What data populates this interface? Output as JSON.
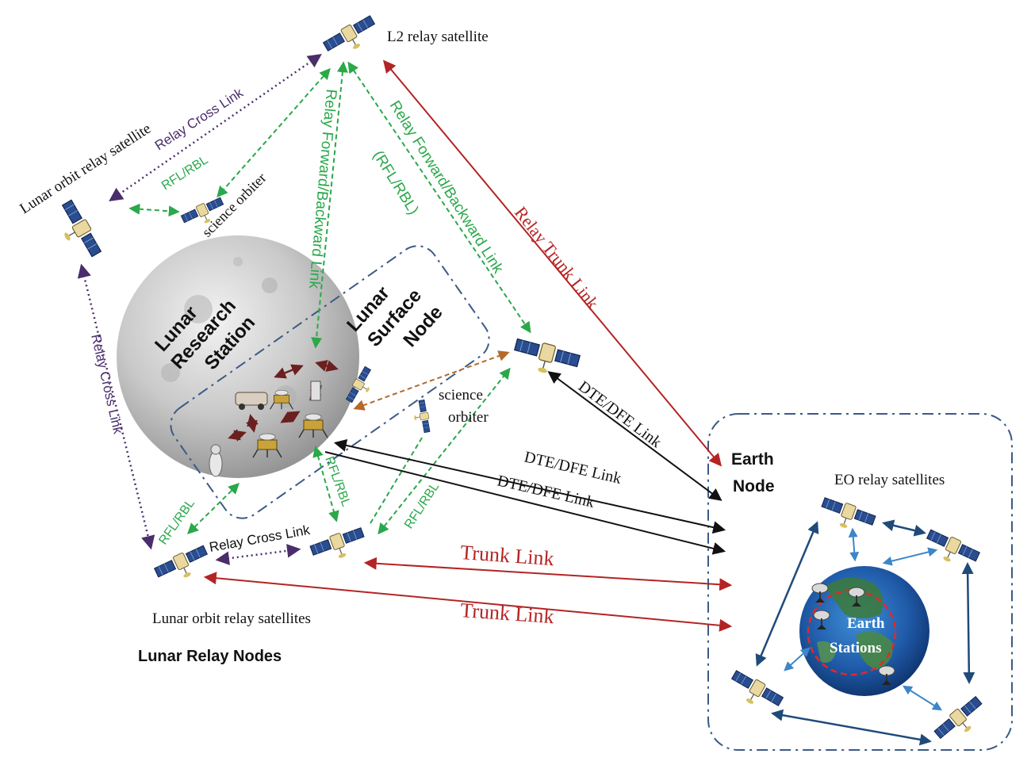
{
  "labels": {
    "l2_relay": "L2 relay satellite",
    "lunar_orbit_relay_satellite": "Lunar orbit relay satellite",
    "lunar_orbit_relay_satellites": "Lunar orbit relay satellites",
    "lunar_relay_nodes": "Lunar Relay Nodes",
    "science_orbiter_top": "science orbiter",
    "science_orbiter_mid_1": "science",
    "science_orbiter_mid_2": "orbiter",
    "lunar_research_station_1": "Lunar",
    "lunar_research_station_2": "Research",
    "lunar_research_station_3": "Station",
    "lunar_surface_node_1": "Lunar",
    "lunar_surface_node_2": "Surface",
    "lunar_surface_node_3": "Node",
    "earth_node_1": "Earth",
    "earth_node_2": "Node",
    "eo_relay_satellites": "EO relay satellites",
    "earth_stations_1": "Earth",
    "earth_stations_2": "Stations"
  },
  "links": {
    "relay_cross_top": "Relay Cross Link",
    "relay_cross_left": "Relay Cross Link",
    "relay_cross_bottom": "Relay Cross Link",
    "rfl_rbl_top": "RFL/RBL",
    "rfl_rbl_bl": "RFL/RBL",
    "rfl_rbl_bm": "RFL/RBL",
    "rfl_rbl_br": "RFL/RBL",
    "relay_fwd_bwd_1": "Relay Forward/Backward Link",
    "relay_fwd_bwd_2a": "Relay Forward/Backward Link",
    "relay_fwd_bwd_2b": "(RFL/RBL)",
    "relay_trunk": "Relay Trunk Link",
    "dte_1": "DTE/DFE Link",
    "dte_2": "DTE/DFE Link",
    "dte_3": "DTE/DFE Link",
    "trunk_1": "Trunk Link",
    "trunk_2": "Trunk Link"
  },
  "colors": {
    "green_link": "#2aa84a",
    "purple_link": "#4a2d6b",
    "red_link": "#b42424",
    "black_link": "#111111",
    "node_border": "#3b5a86",
    "brown_link": "#b5692a",
    "station_arrows": "#6b1f1f",
    "eo_blue": "#1f4a7a",
    "eo_light_blue": "#3c86c9"
  }
}
